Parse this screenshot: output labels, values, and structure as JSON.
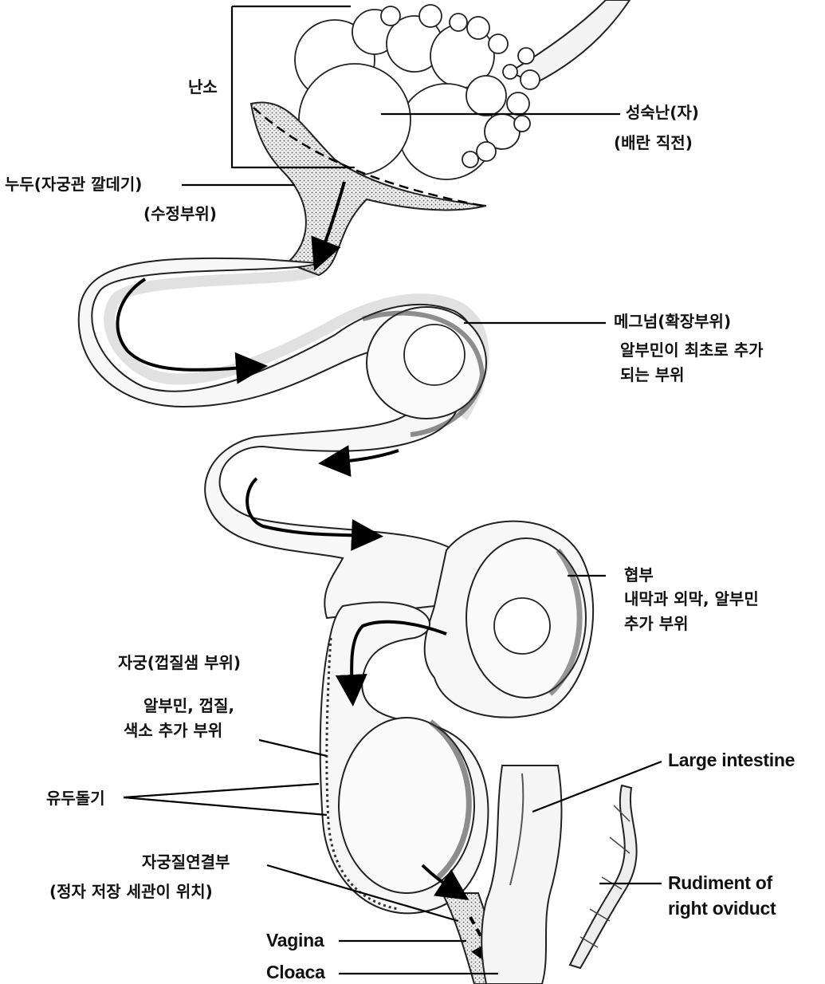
{
  "labels": {
    "ovary": "난소",
    "mature_ovum": "성숙난(자)",
    "mature_ovum_note": "(배란 직전)",
    "infundibulum": "누두(자궁관 깔데기)",
    "infundibulum_note": "(수정부위)",
    "magnum": "메그넘(확장부위)",
    "magnum_note_1": "알부민이 최초로 추가",
    "magnum_note_2": "되는 부위",
    "isthmus": "협부",
    "isthmus_note_1": "내막과 외막, 알부민",
    "isthmus_note_2": "추가 부위",
    "uterus": "자궁(껍질샘 부위)",
    "uterus_note_1": "알부민, 껍질,",
    "uterus_note_2": "색소 추가 부위",
    "villi": "유두돌기",
    "uterovaginal": "자궁질연결부",
    "uterovaginal_note": "(정자 저장 세관이 위치)",
    "vagina": "Vagina",
    "cloaca": "Cloaca",
    "large_intestine": "Large intestine",
    "rudiment_1": "Rudiment of",
    "rudiment_2": "right oviduct"
  },
  "colors": {
    "ink": "#000000",
    "tissue_fill": "#e6e6e6",
    "background": "#ffffff"
  }
}
